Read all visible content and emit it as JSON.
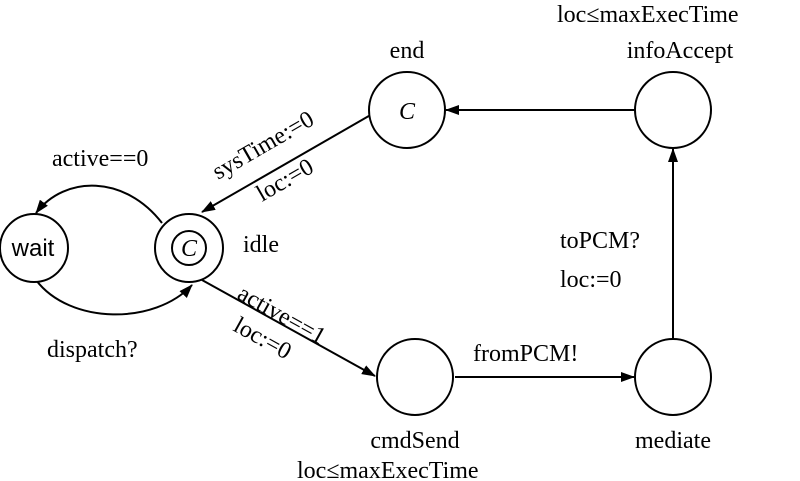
{
  "states": {
    "end": {
      "name": "end",
      "marker": "C"
    },
    "infoAccept": {
      "name": "infoAccept",
      "invariant": "loc≤maxExecTime"
    },
    "idle": {
      "name": "idle",
      "marker": "C"
    },
    "wait": {
      "name": "wait"
    },
    "cmdSend": {
      "name": "cmdSend",
      "invariant": "loc≤maxExecTime"
    },
    "mediate": {
      "name": "mediate"
    }
  },
  "transitions": {
    "end_to_idle": {
      "label1": "sysTime:=0",
      "label2": "loc:=0"
    },
    "idle_to_wait": {
      "label": "active==0"
    },
    "wait_to_idle": {
      "label": "dispatch?"
    },
    "idle_to_cmdSend": {
      "label1": "active==1",
      "label2": "loc:=0"
    },
    "cmdSend_to_mediate": {
      "label": "fromPCM!"
    },
    "mediate_to_infoAccept": {
      "label1": "toPCM?",
      "label2": "loc:=0"
    }
  }
}
